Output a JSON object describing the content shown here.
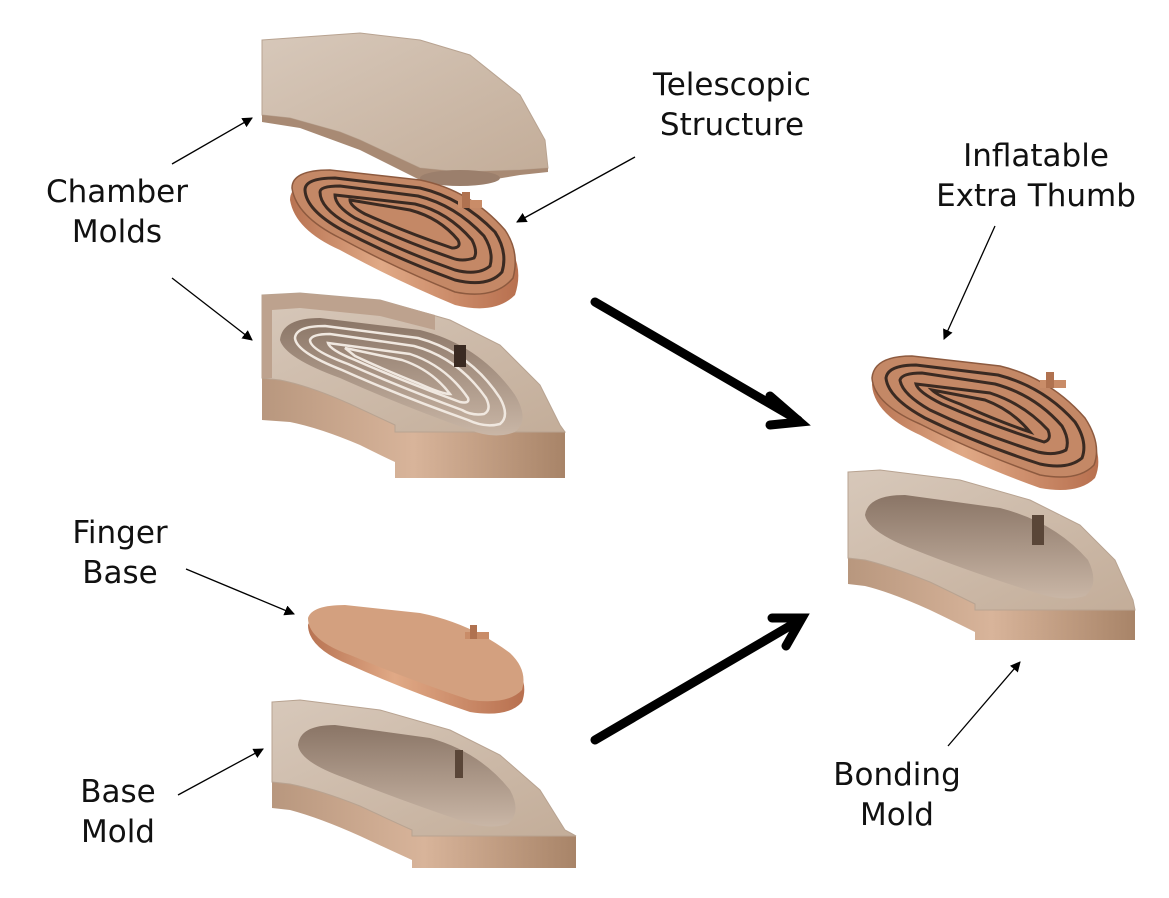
{
  "labels": {
    "chamber_molds": [
      "Chamber",
      "Molds"
    ],
    "telescopic_structure": [
      "Telescopic",
      "Structure"
    ],
    "inflatable_extra_thumb": [
      "Inflatable",
      "Extra Thumb"
    ],
    "finger_base": [
      "Finger",
      "Base"
    ],
    "base_mold": [
      "Base",
      "Mold"
    ],
    "bonding_mold": [
      "Bonding",
      "Mold"
    ]
  },
  "colors": {
    "mold_light": "#cdbaa8",
    "mold_side": "#b9987e",
    "copper_top": "#cf9b77",
    "copper_side": "#c48462",
    "groove_dark": "#3a2a22",
    "arrow": "#000000"
  }
}
